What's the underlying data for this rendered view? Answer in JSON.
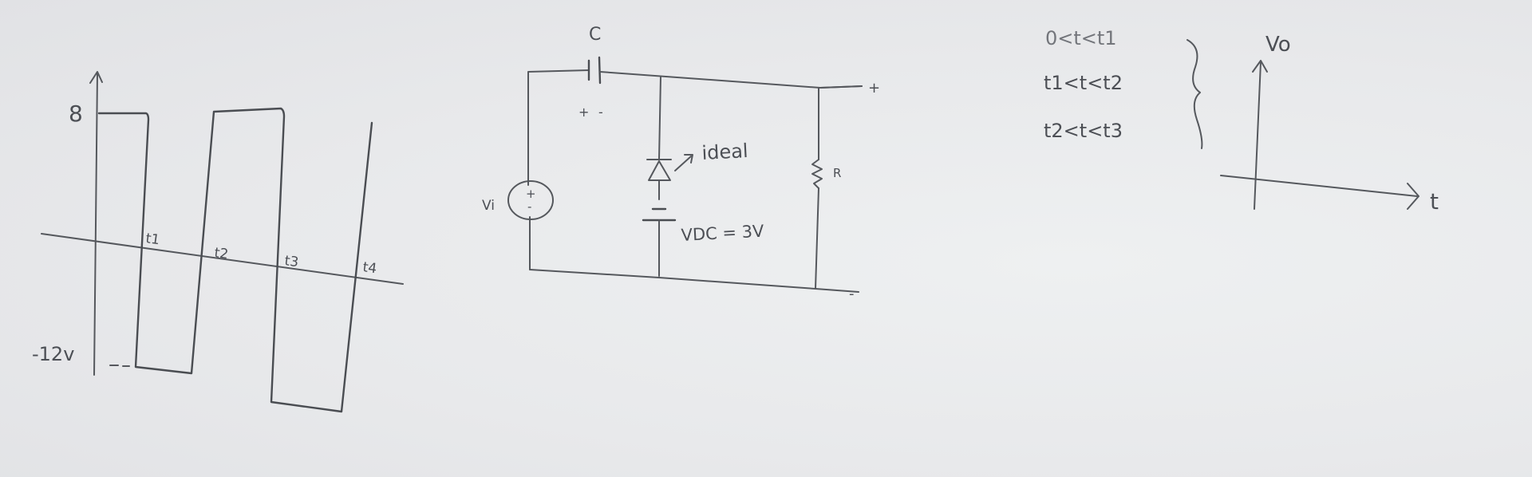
{
  "waveform": {
    "level_high": "8",
    "level_low": "-12v",
    "time_marks": [
      "t1",
      "t2",
      "t3",
      "t4"
    ]
  },
  "circuit": {
    "capacitor_label": "C",
    "capacitor_polarity_plus": "+",
    "capacitor_polarity_minus": "-",
    "source_label": "Vi",
    "source_plus": "+",
    "source_minus": "-",
    "diode_note": "ideal",
    "battery_label": "VDC = 3V",
    "resistor_label": "R",
    "output_plus": "+",
    "output_minus": "-"
  },
  "intervals": [
    "0<t<t1",
    "t1<t<t2",
    "t2<t<t3"
  ],
  "output_graph": {
    "y_axis_label": "Vo",
    "x_axis_label": "t"
  }
}
